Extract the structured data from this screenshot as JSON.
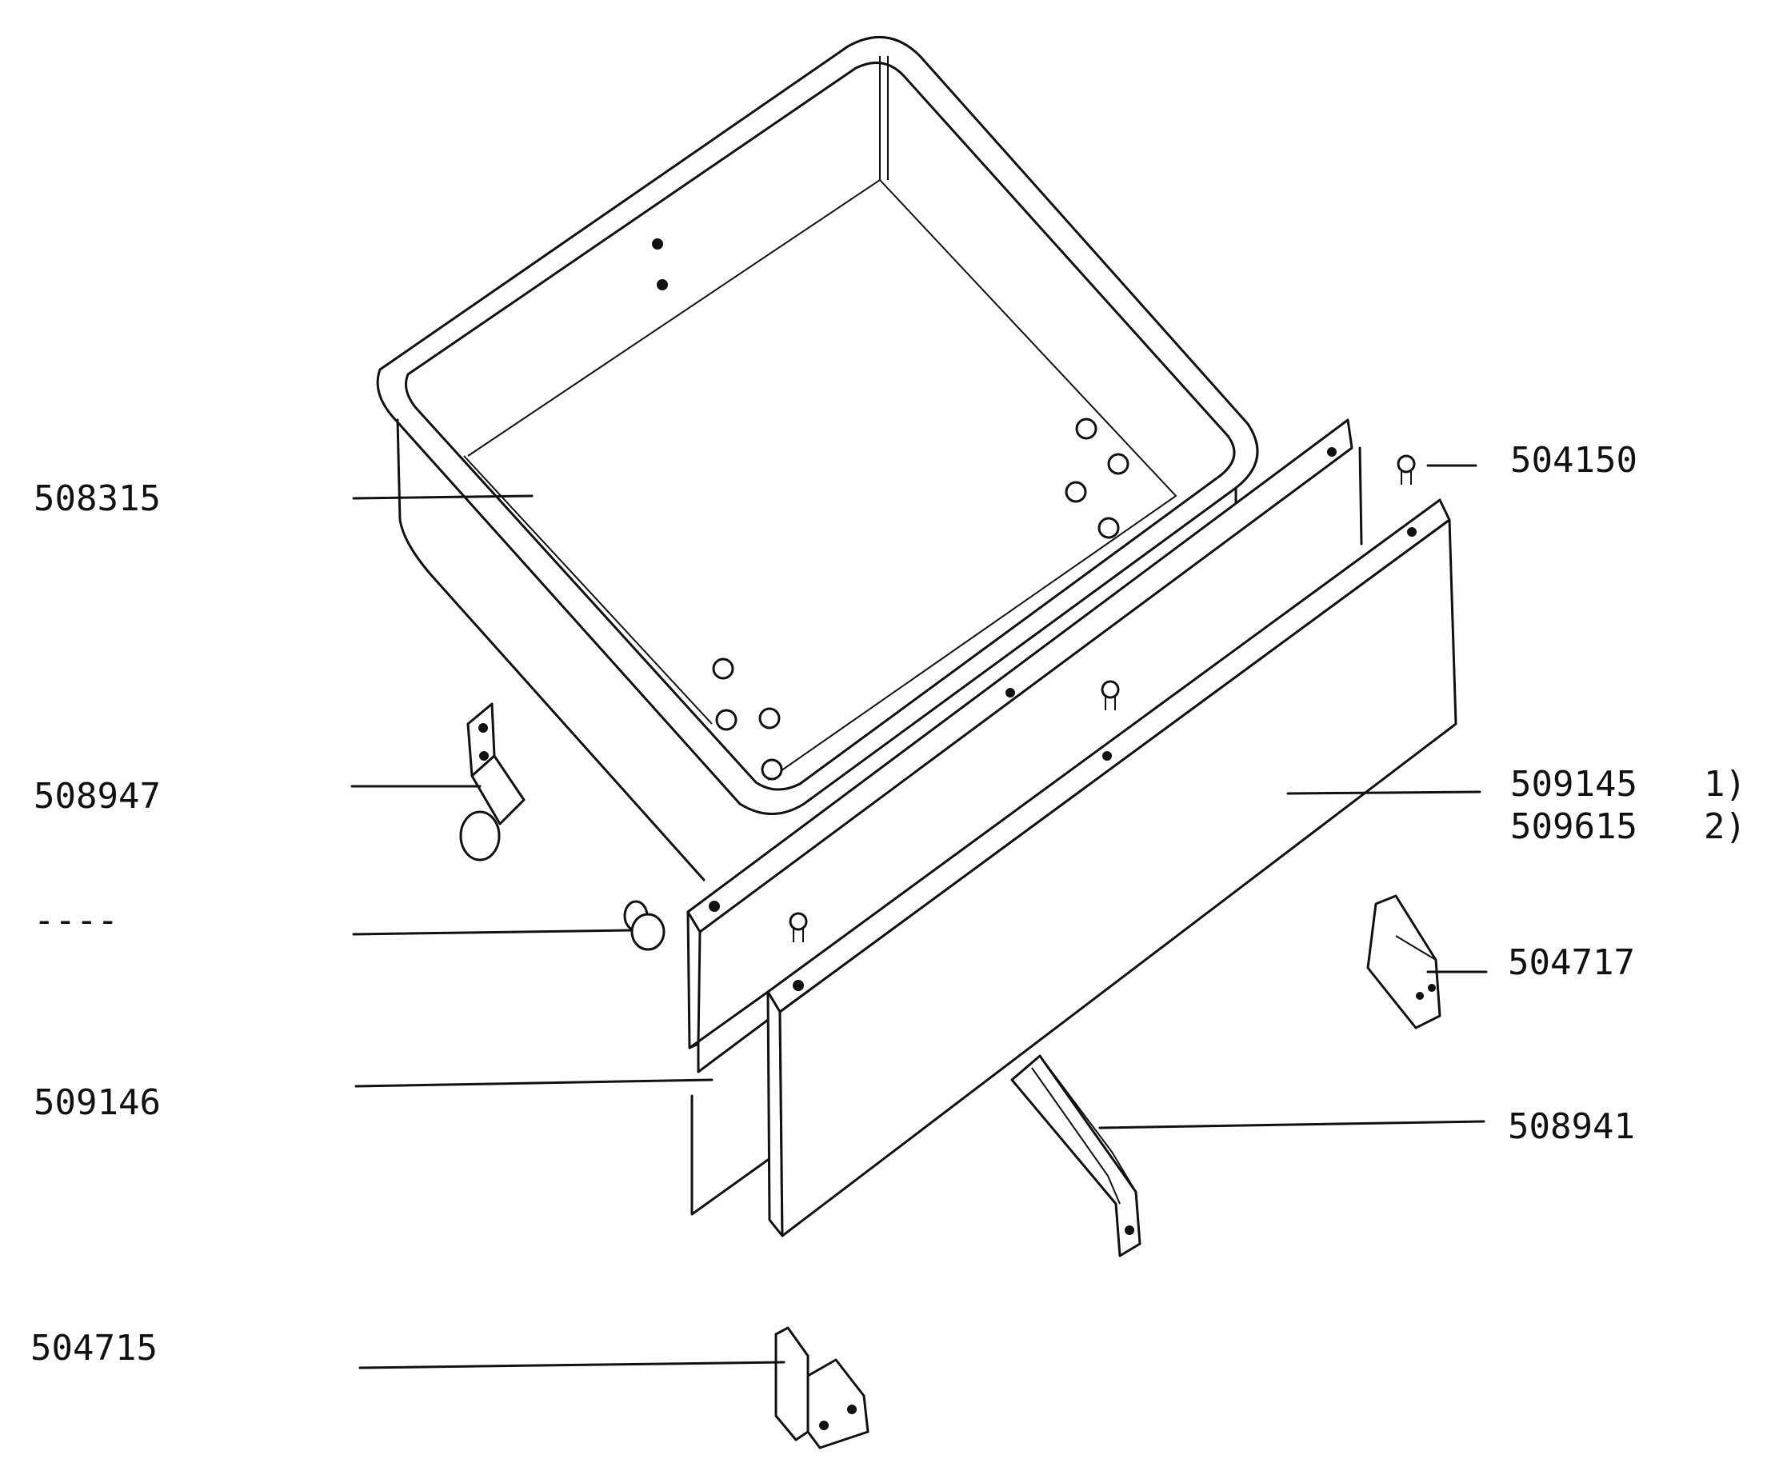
{
  "labels": {
    "drawer_tub": "508315",
    "runner_bracket_left": "508947",
    "knob": "----",
    "inner_front_panel": "509146",
    "bracket_bottom": "504715",
    "rivet": "504150",
    "front_panel_a": "509145",
    "front_panel_a_note": "1)",
    "front_panel_b": "509615",
    "front_panel_b_note": "2)",
    "bracket_right": "504717",
    "rail": "508941"
  }
}
